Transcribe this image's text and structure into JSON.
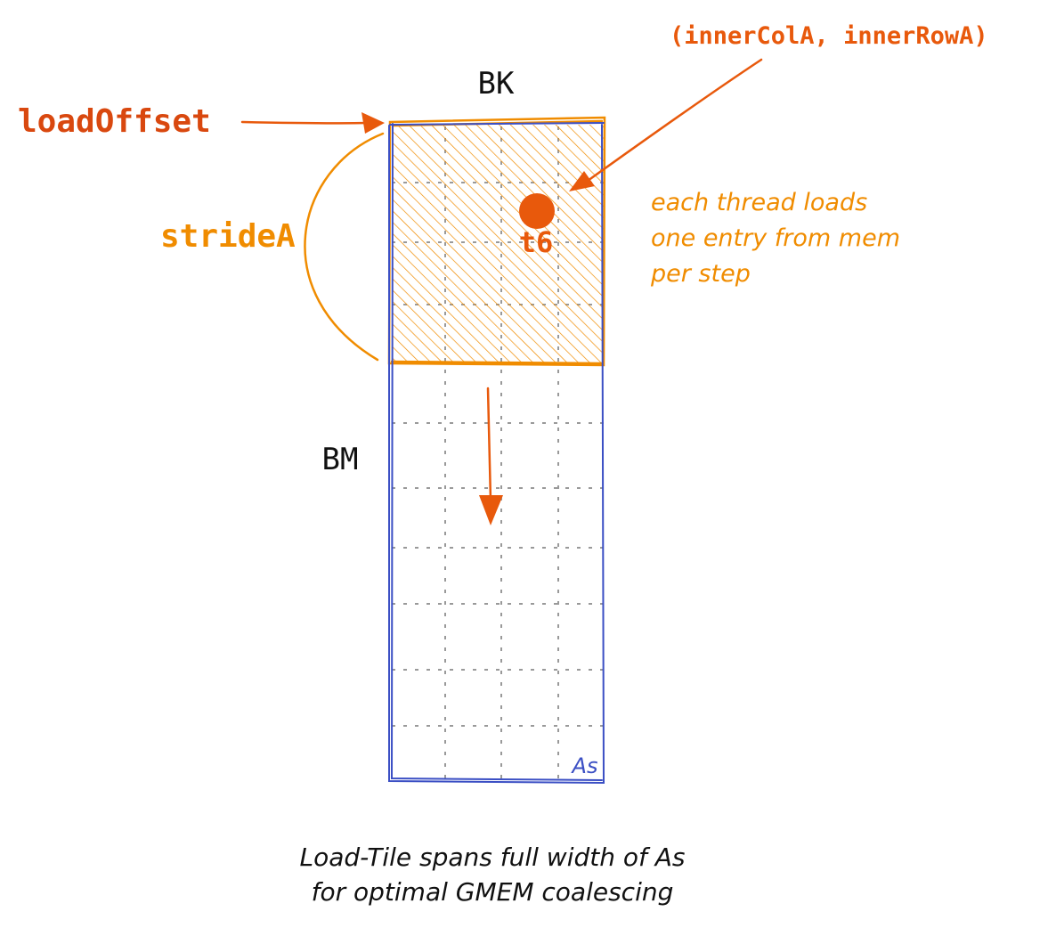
{
  "labels": {
    "bk": "BK",
    "bm": "BM",
    "load_offset": "loadOffset",
    "stride_a": "strideA",
    "inner_coords": "(innerColA, innerRowA)",
    "thread": "t6",
    "matrix_name": "As",
    "note_line1": "each thread loads",
    "note_line2": "one entry from mem",
    "note_line3": "per step",
    "caption_line1": "Load-Tile spans full width of As",
    "caption_line2": "for optimal GMEM coalescing"
  },
  "colors": {
    "orange": "#f08c00",
    "red_orange": "#e8590c",
    "dark_orange": "#d9480f",
    "blue": "#3b4fc4",
    "grid": "#999999",
    "text": "#111111"
  }
}
